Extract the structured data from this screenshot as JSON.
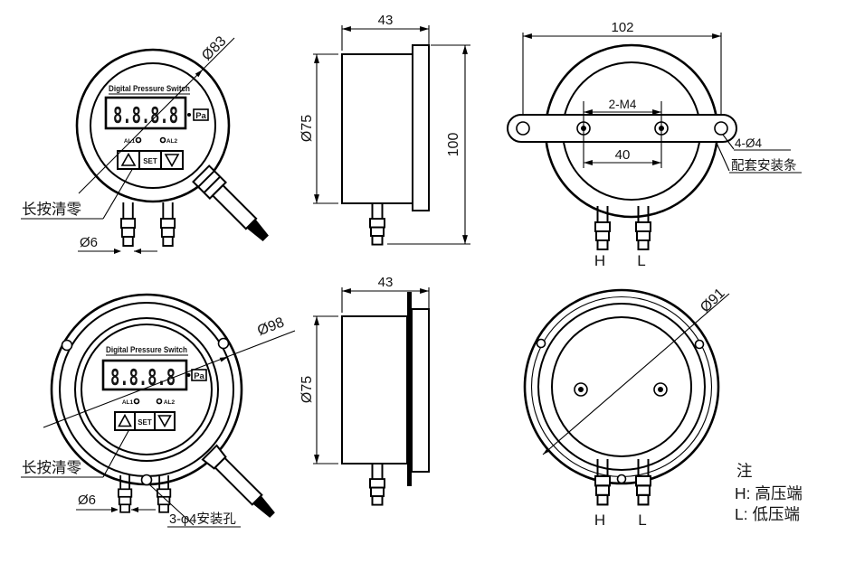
{
  "colors": {
    "line": "#000000",
    "text": "#141414",
    "background": "#ffffff"
  },
  "device_face": {
    "brand": "Digital Pressure Switch",
    "display": "8.8.8.8",
    "unit": "Pa",
    "alarm1": "AL1",
    "alarm2": "AL2",
    "btn_set": "SET"
  },
  "view_front_small": {
    "dia": "Ø83",
    "zero_note": "长按清零",
    "port_dia": "Ø6"
  },
  "view_side_top": {
    "depth": "43",
    "body_dia": "Ø75",
    "height": "100"
  },
  "view_back_top": {
    "bar_width": "102",
    "thread": "2-M4",
    "hole_span": "40",
    "bar_holes": "4-Ø4",
    "bar_name": "配套安装条",
    "port_high": "H",
    "port_low": "L"
  },
  "view_front_large": {
    "dia": "Ø98",
    "zero_note": "长按清零",
    "port_dia": "Ø6",
    "mount_holes": "3-φ4安装孔"
  },
  "view_side_bottom": {
    "depth": "43",
    "body_dia": "Ø75"
  },
  "view_back_bottom": {
    "dia": "Ø91",
    "port_high": "H",
    "port_low": "L"
  },
  "notes": {
    "title": "注",
    "high": "H: 高压端",
    "low": "L: 低压端"
  }
}
